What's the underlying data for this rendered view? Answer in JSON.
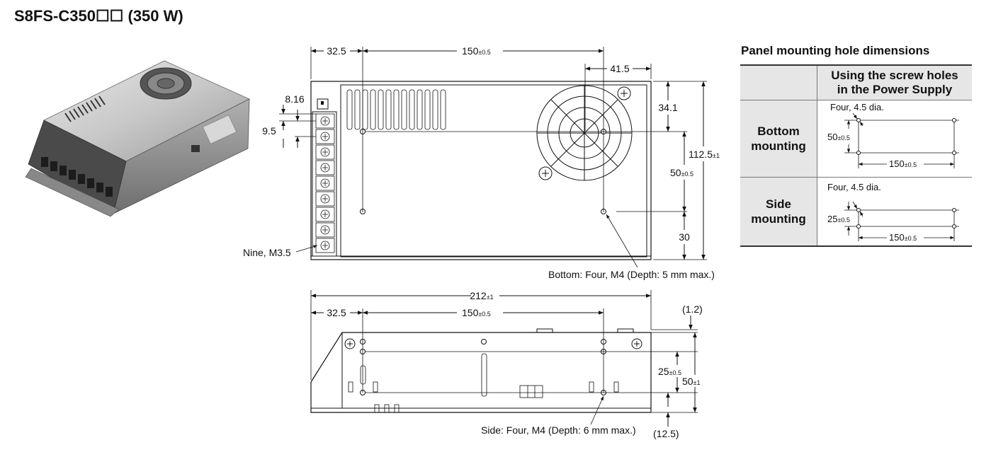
{
  "title": "S8FS-C350☐☐ (350 W)",
  "top_view": {
    "dim_32_5": "32.5",
    "dim_150": "150",
    "dim_150_tol": "±0.5",
    "dim_41_5": "41.5",
    "dim_8_16": "8.16",
    "dim_9_5": "9.5",
    "dim_34_1": "34.1",
    "dim_112_5": "112.5",
    "dim_112_5_tol": "±1",
    "dim_50": "50",
    "dim_50_tol": "±0.5",
    "dim_30": "30",
    "terminal_note": "Nine, M3.5",
    "bottom_note": "Bottom: Four, M4 (Depth: 5 mm max.)"
  },
  "side_view": {
    "dim_212": "212",
    "dim_212_tol": "±1",
    "dim_32_5": "32.5",
    "dim_150": "150",
    "dim_150_tol": "±0.5",
    "dim_1_2": "(1.2)",
    "dim_25": "25",
    "dim_25_tol": "±0.5",
    "dim_50": "50",
    "dim_50_tol": "±1",
    "dim_12_5": "(12.5)",
    "side_note": "Side: Four, M4 (Depth: 6 mm max.)"
  },
  "hole_panel": {
    "title": "Panel mounting hole dimensions",
    "header_line1": "Using the screw holes",
    "header_line2": "in the Power Supply",
    "bottom": {
      "label_line1": "Bottom",
      "label_line2": "mounting",
      "hole_note": "Four, 4.5 dia.",
      "dim_v": "50",
      "dim_v_tol": "±0.5",
      "dim_h": "150",
      "dim_h_tol": "±0.5"
    },
    "side": {
      "label_line1": "Side",
      "label_line2": "mounting",
      "hole_note": "Four, 4.5 dia.",
      "dim_v": "25",
      "dim_v_tol": "±0.5",
      "dim_h": "150",
      "dim_h_tol": "±0.5"
    }
  }
}
